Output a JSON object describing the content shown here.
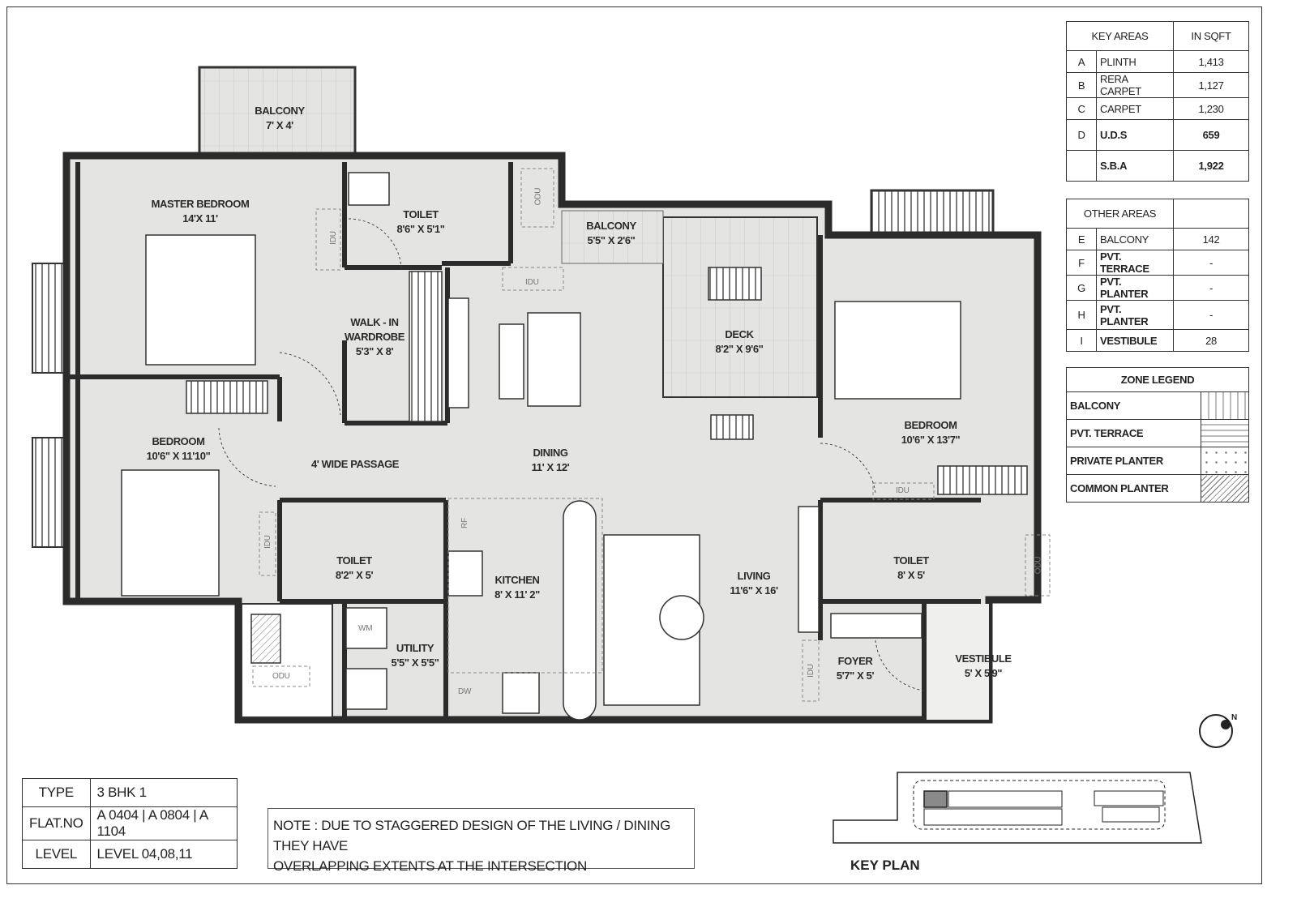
{
  "rooms": {
    "balcony_master": {
      "name": "BALCONY",
      "size": "7' X 4'"
    },
    "master_bedroom": {
      "name": "MASTER BEDROOM",
      "size": "14'X 11'"
    },
    "toilet_master": {
      "name": "TOILET",
      "size": "8'6\" X 5'1\""
    },
    "balcony_mid": {
      "name": "BALCONY",
      "size": "5'5\" X 2'6\""
    },
    "walk_in": {
      "name1": "WALK - IN",
      "name2": "WARDROBE",
      "size": "5'3\" X 8'"
    },
    "deck": {
      "name": "DECK",
      "size": "8'2\" X 9'6\""
    },
    "bedroom_right": {
      "name": "BEDROOM",
      "size": "10'6\" X 13'7\""
    },
    "bedroom_left": {
      "name": "BEDROOM",
      "size": "10'6\" X 11'10\""
    },
    "passage": {
      "name": "4' WIDE PASSAGE"
    },
    "dining": {
      "name": "DINING",
      "size": "11' X 12'"
    },
    "toilet_left": {
      "name": "TOILET",
      "size": "8'2\" X 5'"
    },
    "kitchen": {
      "name": "KITCHEN",
      "size": "8' X 11' 2\""
    },
    "living": {
      "name": "LIVING",
      "size": "11'6\" X 16'"
    },
    "toilet_right": {
      "name": "TOILET",
      "size": "8' X 5'"
    },
    "utility": {
      "name": "UTILITY",
      "size": "5'5\" X 5'5\""
    },
    "foyer": {
      "name": "FOYER",
      "size": "5'7\" X 5'"
    },
    "vestibule": {
      "name": "VESTIBULE",
      "size": "5' X 5'9\""
    }
  },
  "fixtures": {
    "idu": "IDU",
    "odu": "ODU",
    "rf": "RF",
    "dw": "DW",
    "wm": "WM"
  },
  "key_areas": {
    "header": [
      "KEY AREAS",
      "IN SQFT"
    ],
    "rows": [
      {
        "code": "A",
        "name": "PLINTH",
        "value": "1,413"
      },
      {
        "code": "B",
        "name": "RERA CARPET",
        "value": "1,127"
      },
      {
        "code": "C",
        "name": "CARPET",
        "value": "1,230"
      },
      {
        "code": "D",
        "name": "U.D.S",
        "value": "659"
      },
      {
        "code": "",
        "name": "S.B.A",
        "value": "1,922"
      }
    ]
  },
  "other_areas": {
    "header": "OTHER AREAS",
    "rows": [
      {
        "code": "E",
        "name": "BALCONY",
        "value": "142"
      },
      {
        "code": "F",
        "name": "PVT. TERRACE",
        "value": "-"
      },
      {
        "code": "G",
        "name": "PVT. PLANTER",
        "value": "-"
      },
      {
        "code": "H",
        "name": "PVT. PLANTER",
        "value": "-"
      },
      {
        "code": "I",
        "name": "VESTIBULE",
        "value": "28"
      }
    ]
  },
  "zone_legend": {
    "header": "ZONE LEGEND",
    "items": [
      "BALCONY",
      "PVT. TERRACE",
      "PRIVATE PLANTER",
      "COMMON PLANTER"
    ]
  },
  "unit_info": {
    "type_label": "TYPE",
    "type_value": "3 BHK 1",
    "flat_label": "FLAT.NO",
    "flat_value": "A 0404 | A 0804 | A 1104",
    "level_label": "LEVEL",
    "level_value": "LEVEL 04,08,11"
  },
  "note": {
    "line1": "NOTE : DUE TO STAGGERED DESIGN OF THE LIVING / DINING THEY HAVE",
    "line2": "OVERLAPPING EXTENTS AT THE INTERSECTION"
  },
  "key_plan": {
    "title": "KEY PLAN"
  },
  "compass": {
    "label": "N"
  },
  "colors": {
    "floor": "#e4e4e2",
    "wall": "#2b2b2b",
    "highlight": "#8a8a8a"
  }
}
